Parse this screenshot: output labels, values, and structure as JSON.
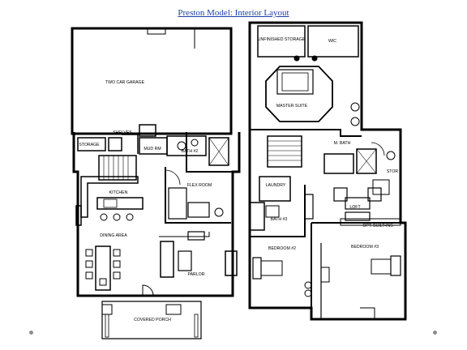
{
  "page": {
    "title": "Preston Model: Interior Layout",
    "accent_color": "#1f3ea8",
    "bullet_color": "#8c8c8c"
  },
  "first_floor": {
    "rooms": {
      "garage": "TWO CAR GARAGE",
      "storage": "STORAGE",
      "shelves": "SHELVES",
      "mud_rm": "MUD RM",
      "bath2": "BATH #2",
      "kitchen": "KITCHEN",
      "flex_room": "FLEX ROOM",
      "dining": "DINING AREA",
      "parlor": "PARLOR",
      "porch": "COVERED PORCH"
    }
  },
  "second_floor": {
    "rooms": {
      "unfinished_storage": "UNFINISHED STORAGE",
      "wic": "WIC",
      "master_suite": "MASTER SUITE",
      "m_bath": "M. BATH",
      "laundry": "LAUNDRY",
      "loft": "LOFT",
      "bath3": "BATH #3",
      "stor": "STOR",
      "opt_built_ins": "OPT. BUILT-INS",
      "bedroom2": "BEDROOM #2",
      "bedroom3": "BEDROOM #3"
    }
  }
}
